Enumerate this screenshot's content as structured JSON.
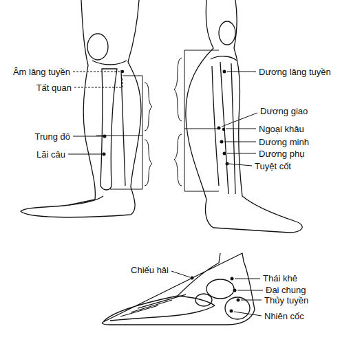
{
  "diagram": {
    "labels": [
      "Âm lăng tuyền",
      "Tất quan",
      "Trung đô",
      "Lãi câu",
      "Dương lăng tuyền",
      "Dương giao",
      "Ngoại khâu",
      "Dương minh",
      "Dương phụ",
      "Tuyệt cốt",
      "Chiếu hải",
      "Thái khê",
      "Đại chung",
      "Thủy tuyền",
      "Nhiên cốc"
    ]
  }
}
